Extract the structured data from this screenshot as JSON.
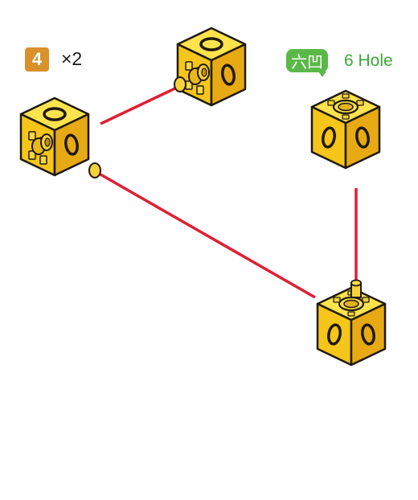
{
  "step": {
    "number": "4",
    "quantity": "×2"
  },
  "hole_tag": {
    "chinese": "六凹",
    "label": "6 Hole"
  },
  "colors": {
    "badge": "#d9912a",
    "tag": "#5ab848",
    "tag_text": "#3ea63a",
    "cube_top": "#ffe34d",
    "cube_left": "#f5c51a",
    "cube_right": "#e7a914",
    "outline": "#1f1a10",
    "connector": "#e01f33"
  },
  "icons": [
    "cube-connector-icon",
    "cube-six-hole-icon"
  ]
}
